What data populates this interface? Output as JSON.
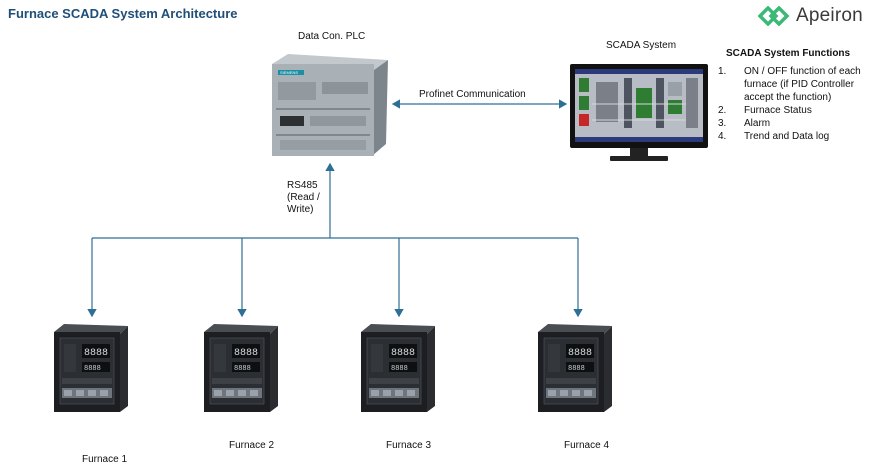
{
  "title": "Furnace SCADA System Architecture",
  "logo": {
    "text": "Apeiron",
    "icon": "apeiron-diamond-logo",
    "color": "#3cb878"
  },
  "plc": {
    "label": "Data Con. PLC",
    "brand": "SIEMENS"
  },
  "scada": {
    "label": "SCADA System"
  },
  "links": {
    "profinet": "Profinet Communication",
    "rs485": [
      "RS485",
      "(Read /",
      "Write)"
    ]
  },
  "functions": {
    "heading": "SCADA System Functions",
    "items": [
      {
        "num": "1.",
        "text": "ON / OFF function of each furnace (if PID Controller accept the function)"
      },
      {
        "num": "2.",
        "text": "Furnace Status"
      },
      {
        "num": "3.",
        "text": "Alarm"
      },
      {
        "num": "4.",
        "text": "Trend and Data log"
      }
    ]
  },
  "furnaces": [
    {
      "label": "Furnace 1"
    },
    {
      "label": "Furnace 2"
    },
    {
      "label": "Furnace 3"
    },
    {
      "label": "Furnace 4"
    }
  ],
  "colors": {
    "wire": "#2e6f96",
    "title": "#1f4e79"
  }
}
